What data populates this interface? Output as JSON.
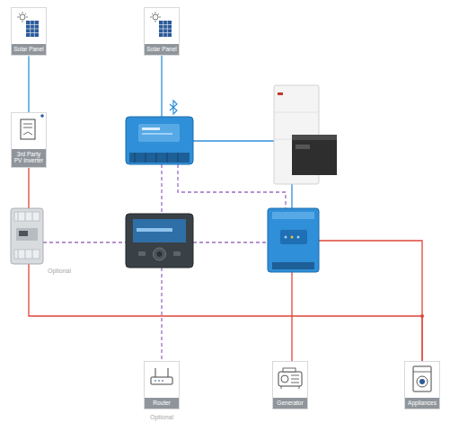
{
  "diagram": {
    "nodes": [
      {
        "text": [
          "Solar Panel"
        ]
      },
      {
        "text": [
          "Solar Panel"
        ]
      },
      {
        "text": [
          "3rd Party PV Inverter"
        ]
      },
      {
        "text": [
          "Router"
        ]
      },
      {
        "text": [
          "Generator"
        ]
      },
      {
        "text": [
          "Appliances"
        ]
      }
    ],
    "edges": [
      {
        "from": 0,
        "to": 2,
        "arrow": "none"
      },
      {
        "from": 2,
        "to": 5,
        "arrow": "none"
      }
    ],
    "labels": [
      "Optional",
      "Optional"
    ]
  }
}
